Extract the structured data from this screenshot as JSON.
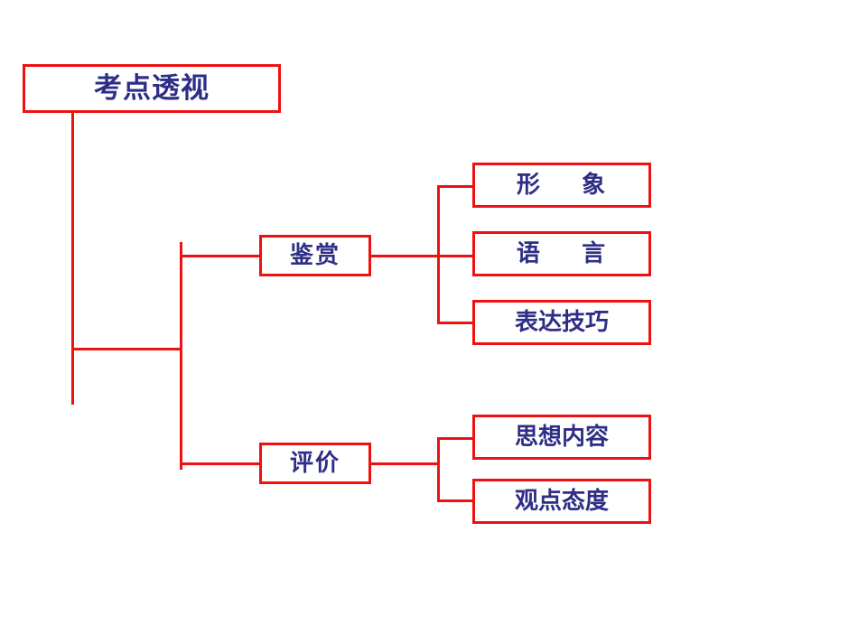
{
  "diagram": {
    "type": "tree-mindmap",
    "orientation": "left-to-right",
    "background_color": "#ffffff",
    "line_color": "#ee1111",
    "box_border_color": "#ee1111",
    "text_color": "#2e2e86",
    "root": {
      "label": "考点透视"
    },
    "branches": [
      {
        "label": "鉴赏",
        "children": [
          {
            "label": "形    象"
          },
          {
            "label": "语    言"
          },
          {
            "label": "表达技巧"
          }
        ]
      },
      {
        "label": "评价",
        "children": [
          {
            "label": "思想内容"
          },
          {
            "label": "观点态度"
          }
        ]
      }
    ]
  }
}
